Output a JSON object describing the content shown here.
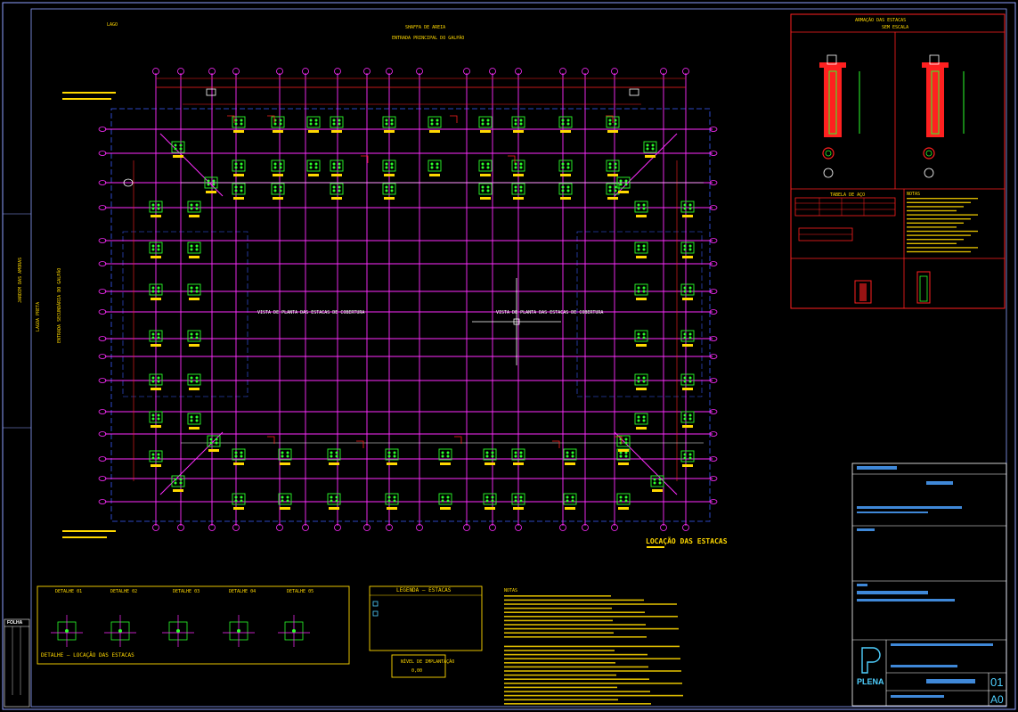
{
  "drawing": {
    "main_title": "LOCAÇÃO DAS ESTACAS",
    "plan_titles": [
      "SHAFFA DE AREIA",
      "ENTRADA PRINCIPAL DO GALPÃO"
    ],
    "left_notes": [
      "LAGO",
      "JARDIM DAS AMORAS",
      "LAGOA PRETA",
      "ENTRADA SECUNDÁRIA DO GALPÃO"
    ],
    "inner_notes": [
      "VISTA DE PLANTA DAS ESTACAS DE COBERTURA",
      "VISTA DE PLANTA DAS ESTACAS DE COBERTURA"
    ],
    "rebar_panel_title": "ARMAÇÃO DAS ESTACAS",
    "rebar_subtitle": "SEM ESCALA",
    "table_title": "TABELA DE AÇO",
    "notes_title": "NOTAS",
    "detail_title": "DETALHE — LOCAÇÃO DAS ESTACAS",
    "legend_title": "LEGENDA — ESTACAS",
    "key_title": "NÍVEL DE IMPLANTAÇÃO",
    "key_value": "0,00",
    "notes_text_title": "NOTAS",
    "detail_items": [
      "DETALHE 01",
      "DETALHE 02",
      "DETALHE 03",
      "DETALHE 04",
      "DETALHE 05"
    ]
  },
  "title_block": {
    "company": "PLENA",
    "sheet_number": "01",
    "sheet_size": "A0",
    "revision_label": "FOLHA"
  },
  "colors": {
    "grid_magenta": "#ff2cff",
    "pile_green": "#2bff2b",
    "red": "#ff2020",
    "blue_dash": "#3a5dff",
    "yellow": "#ffd800",
    "cyan": "#4fd0ff",
    "white": "#ffffff"
  }
}
